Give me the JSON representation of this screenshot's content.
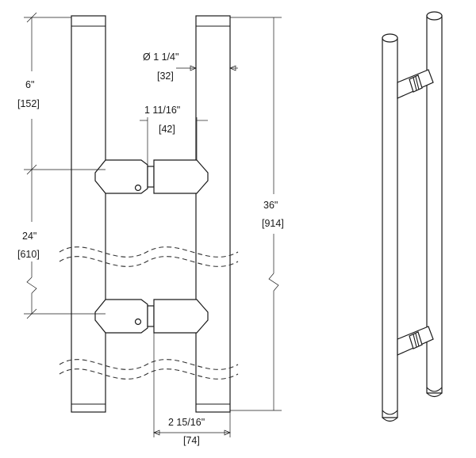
{
  "dimensions": {
    "top_offset": {
      "imperial": "6\"",
      "metric": "[152]"
    },
    "bar_diameter": {
      "imperial": "Ø 1 1/4\"",
      "metric": "[32]"
    },
    "standoff_gap": {
      "imperial": "1 11/16\"",
      "metric": "[42]"
    },
    "center_to_center": {
      "imperial": "24\"",
      "metric": "[610]"
    },
    "overall_length": {
      "imperial": "36\"",
      "metric": "[914]"
    },
    "projection": {
      "imperial": "2 15/16\"",
      "metric": "[74]"
    }
  },
  "colors": {
    "line": "#1a1a1a",
    "background": "#ffffff"
  }
}
